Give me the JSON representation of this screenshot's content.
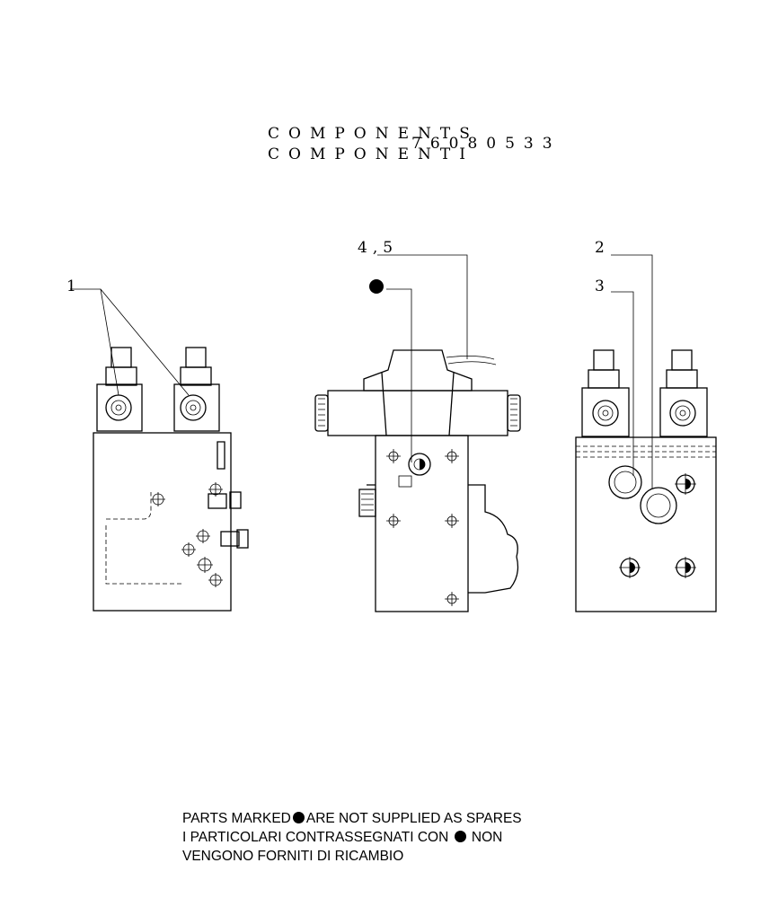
{
  "title": {
    "line1": "COMPONENTS",
    "line2": "COMPONENTI",
    "part_number": "76080533"
  },
  "callouts": {
    "left_ref": "1",
    "center_ref": "4,5",
    "right_ref_a": "2",
    "right_ref_b": "3"
  },
  "note": {
    "line1_before": "PARTS MARKED",
    "line1_after": "ARE NOT SUPPLIED AS SPARES",
    "line2_before": "I  PARTICOLARI  CONTRASSEGNATI  CON",
    "line2_after": "NON",
    "line3": "VENGONO FORNITI DI RICAMBIO"
  },
  "icons": {
    "marker": "filled-circle-not-supplied-marker"
  }
}
